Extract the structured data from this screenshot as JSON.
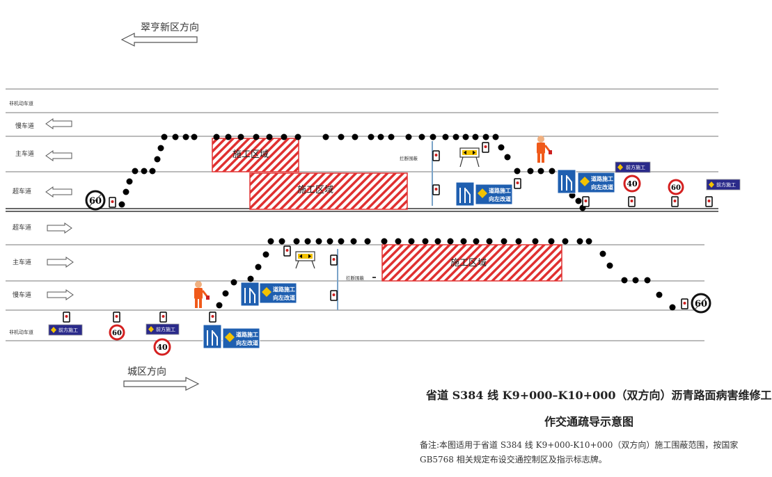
{
  "directions": {
    "top": "翠亨新区方向",
    "bottom": "城区方向"
  },
  "lanes": {
    "top": [
      "非机动车道",
      "慢车道",
      "主车道",
      "超车道"
    ],
    "bottom": [
      "超车道",
      "主车道",
      "慢车道",
      "非机动车道"
    ]
  },
  "zone_label": "施工区域",
  "barrier_label": "拦断围蔽",
  "signs": {
    "detour_line1": "道路施工",
    "detour_line2": "向左改道",
    "ahead_text": "前方施工",
    "speed_60": "60",
    "speed_40": "40"
  },
  "colors": {
    "zone": "#e03030",
    "sign_blue": "#1f5fb0",
    "ahead_sign": "#2a2a8a",
    "speed_red": "#d42020"
  },
  "title_line1": "省道 S384 线 K9+000–K10+000（双方向）沥青路面病害维修工",
  "title_line2": "作交通疏导示意图",
  "note": "备注:本图适用于省道 S384 线 K9+000-K10+000（双方向）施工围蔽范围，按国家 GB5768 相关规定布设交通控制区及指示标志牌。"
}
